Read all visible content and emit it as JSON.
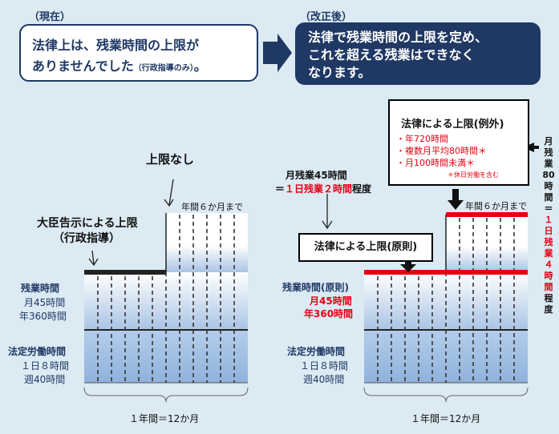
{
  "header": {
    "current_label": "（現在）",
    "after_label": "（改正後）",
    "current_line1": "法律上は、残業時間の上限が",
    "current_line2": "ありませんでした",
    "current_note": "（行政指導のみ）",
    "current_end": "。",
    "after_line1": "法律で残業時間の上限を定め、",
    "after_line2": "これを超える残業はできなく",
    "after_line3": "なります。"
  },
  "left": {
    "no_limit": "上限なし",
    "guideline_line1": "大臣告示による上限",
    "guideline_line2": "（行政指導）",
    "six_months": "年間６か月まで",
    "overtime_title": "残業時間",
    "overtime_month": "月45時間",
    "overtime_year": "年360時間",
    "legal_title": "法定労働時間",
    "legal_day": "１日８時間",
    "legal_week": "週40時間",
    "year_label": "１年間＝12か月"
  },
  "right": {
    "monthly_line1": "月残業45時間",
    "monthly_eq": "＝",
    "monthly_red": "１日残業２時間",
    "monthly_suffix": "程度",
    "principle_box": "法律による上限(原則)",
    "exception_title": "法律による上限(例外)",
    "exception_items": [
      "・年720時間",
      "・複数月平均80時間＊",
      "・月100時間未満＊"
    ],
    "exception_note": "＊休日労働を含む",
    "six_months": "年間６か月まで",
    "overtime_title": "残業時間(原則)",
    "overtime_month": "月45時間",
    "overtime_year": "年360時間",
    "legal_title": "法定労働時間",
    "legal_day": "１日８時間",
    "legal_week": "週40時間",
    "year_label": "１年間＝12か月",
    "vertical_top": [
      "月",
      "残",
      "業",
      "80",
      "時",
      "間",
      "＝"
    ],
    "vertical_red": [
      "１",
      "日",
      "残",
      "業",
      "４",
      "時",
      "間"
    ],
    "vertical_end": [
      "程",
      "度"
    ]
  }
}
